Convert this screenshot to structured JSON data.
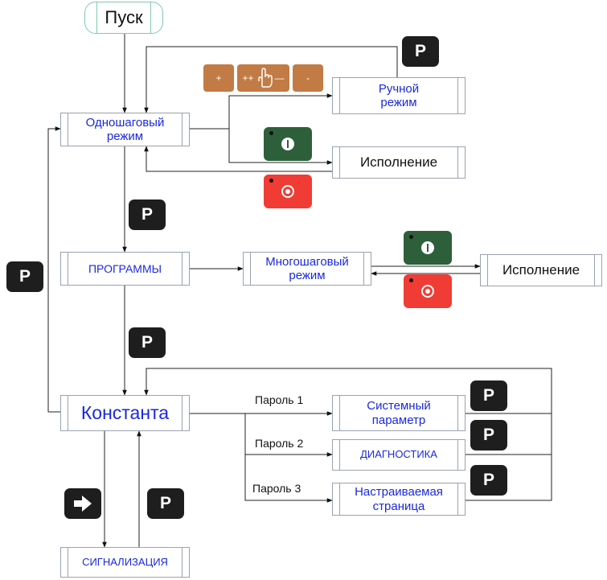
{
  "start": {
    "label": "Пуск"
  },
  "nodes": {
    "single_step": {
      "label": "Одношаговый режим"
    },
    "manual": {
      "label": "Ручной режим"
    },
    "exec_single": {
      "label": "Исполнение"
    },
    "programs": {
      "label": "ПРОГРАММЫ"
    },
    "multi_step": {
      "label": "Многошаговый режим"
    },
    "exec_multi": {
      "label": "Исполнение"
    },
    "constant": {
      "label": "Константа"
    },
    "system_param": {
      "label": "Системный параметр"
    },
    "diagnostics": {
      "label": "ДИАГНОСТИКА"
    },
    "custom_page": {
      "label": "Настраиваемая страница"
    },
    "alarm": {
      "label": "СИГНАЛИЗАЦИЯ"
    }
  },
  "keys": {
    "p": "P"
  },
  "jog_keys": [
    "+",
    "++",
    "—",
    "-"
  ],
  "passwords": [
    "Пароль 1",
    "Пароль 2",
    "Пароль 3"
  ],
  "colors": {
    "key_dark": "#1e1e1e",
    "start_green": "#2e5f3b",
    "stop_red": "#f03c34",
    "jog_orange": "#c27b44",
    "node_text_blue": "#1a28e0",
    "box_border": "#9aa3ad"
  },
  "icons": [
    "hand-pointer-icon",
    "start-icon",
    "stop-icon",
    "arrow-right-icon"
  ]
}
